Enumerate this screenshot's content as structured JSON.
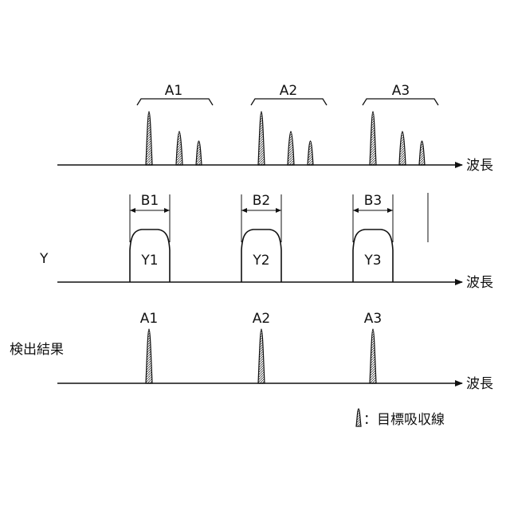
{
  "top_row": {
    "group_labels": [
      "A1",
      "A2",
      "A3"
    ],
    "axis_label": "波長"
  },
  "middle_row": {
    "side_label": "Y",
    "bandwidth_labels": [
      "B1",
      "B2",
      "B3"
    ],
    "filter_labels": [
      "Y1",
      "Y2",
      "Y3"
    ],
    "axis_label": "波長"
  },
  "bottom_row": {
    "side_label": "検出結果",
    "peak_labels": [
      "A1",
      "A2",
      "A3"
    ],
    "axis_label": "波長"
  },
  "legend": {
    "text": "：目標吸収線",
    "icon": "absorption-line-icon"
  },
  "colors": {
    "line": "#111111",
    "background": "#ffffff"
  }
}
